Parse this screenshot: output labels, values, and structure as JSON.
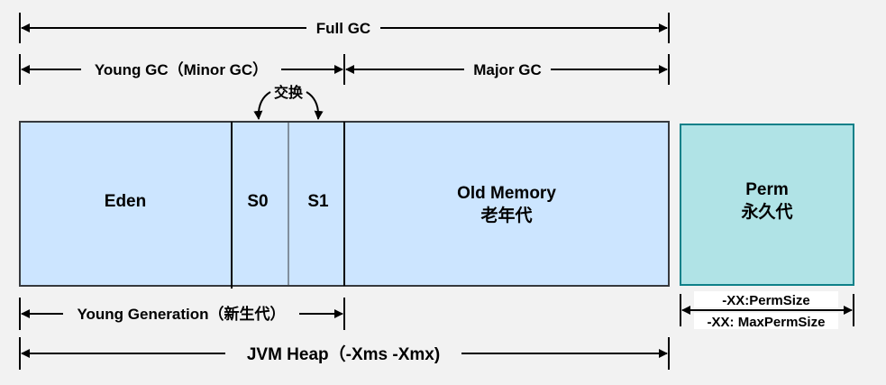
{
  "colors": {
    "background": "#f2f2f2",
    "heap_fill": "#cce5ff",
    "heap_stroke": "#36393d",
    "perm_fill": "#b0e3e6",
    "perm_stroke": "#0e8088",
    "arrow": "#000000"
  },
  "ranges": {
    "full_gc": "Full GC",
    "young_gc": "Young GC（Minor GC）",
    "major_gc": "Major GC",
    "young_generation": "Young Generation（新生代）",
    "jvm_heap": "JVM Heap（-Xms -Xmx)",
    "perm_size": "-XX:PermSize",
    "max_perm_size": "-XX: MaxPermSize"
  },
  "swap_label": "交换",
  "regions": {
    "eden": "Eden",
    "s0": "S0",
    "s1": "S1",
    "old_memory_en": "Old Memory",
    "old_memory_cn": "老年代",
    "perm_en": "Perm",
    "perm_cn": "永久代"
  }
}
